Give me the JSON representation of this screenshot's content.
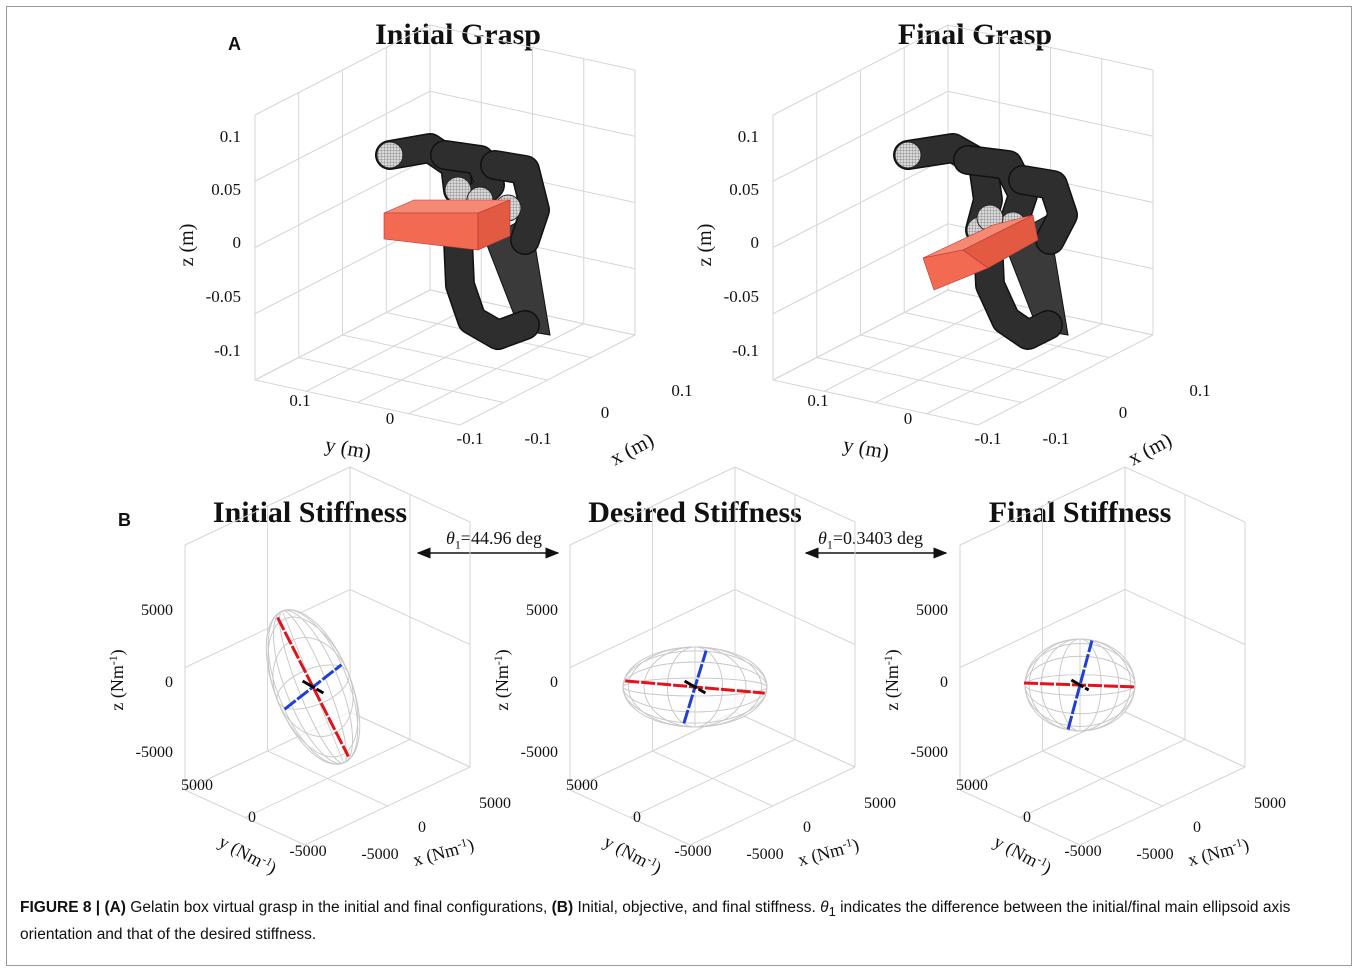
{
  "panels": {
    "a_letter": "A",
    "b_letter": "B"
  },
  "panel_a": {
    "plots": [
      {
        "title": "Initial Grasp",
        "z_ticks": [
          "0.1",
          "0.05",
          "0",
          "-0.05",
          "-0.1"
        ],
        "z_label": "z (m)",
        "y_ticks": [
          "0.1",
          "0",
          "-0.1"
        ],
        "y_label": "y (m)",
        "x_ticks": [
          "-0.1",
          "0",
          "0.1"
        ],
        "x_label": "x (m)"
      },
      {
        "title": "Final Grasp",
        "z_ticks": [
          "0.1",
          "0.05",
          "0",
          "-0.05",
          "-0.1"
        ],
        "z_label": "z (m)",
        "y_ticks": [
          "0.1",
          "0",
          "-0.1"
        ],
        "y_label": "y (m)",
        "x_ticks": [
          "-0.1",
          "0",
          "0.1"
        ],
        "x_label": "x (m)"
      }
    ]
  },
  "panel_b": {
    "plots": [
      {
        "title": "Initial Stiffness",
        "z_ticks": [
          "5000",
          "0",
          "-5000"
        ],
        "z_label": "z (Nm",
        "z_label_exp": "-1",
        "y_ticks": [
          "5000",
          "0",
          "-5000"
        ],
        "y_label": "y (Nm",
        "y_label_exp": "-1",
        "x_ticks": [
          "-5000",
          "0",
          "5000"
        ],
        "x_label": "x (Nm",
        "x_label_exp": "-1"
      },
      {
        "title": "Desired Stiffness",
        "z_ticks": [
          "5000",
          "0",
          "-5000"
        ],
        "z_label": "z (Nm",
        "z_label_exp": "-1",
        "y_ticks": [
          "5000",
          "0",
          "-5000"
        ],
        "y_label": "y (Nm",
        "y_label_exp": "-1",
        "x_ticks": [
          "-5000",
          "0",
          "5000"
        ],
        "x_label": "x (Nm",
        "x_label_exp": "-1"
      },
      {
        "title": "Final Stiffness",
        "z_ticks": [
          "5000",
          "0",
          "-5000"
        ],
        "z_label": "z (Nm",
        "z_label_exp": "-1",
        "y_ticks": [
          "5000",
          "0",
          "-5000"
        ],
        "y_label": "y (Nm",
        "y_label_exp": "-1",
        "x_ticks": [
          "-5000",
          "0",
          "5000"
        ],
        "x_label": "x (Nm",
        "x_label_exp": "-1"
      }
    ],
    "angle_1": {
      "symbol": "θ",
      "sub": "1",
      "text": "=44.96 deg"
    },
    "angle_2": {
      "symbol": "θ",
      "sub": "1",
      "text": "=0.3403 deg"
    }
  },
  "colors": {
    "box": "#f26a52",
    "hand": "#2e2e2e",
    "major_axis": "#e0141c",
    "minor_axis": "#1f3fd6",
    "third_axis": "#000000",
    "mesh": "#c9c9c9"
  },
  "caption": {
    "label": "FIGURE 8 |",
    "a_tag": "(A)",
    "a_text": " Gelatin box virtual grasp in the initial and final configurations, ",
    "b_tag": "(B)",
    "b_text_1": " Initial, objective, and final stiffness. ",
    "theta_symbol": "θ",
    "theta_sub": "1",
    "b_text_2": " indicates the difference between the initial/final main ellipsoid axis orientation and that of the desired stiffness."
  }
}
